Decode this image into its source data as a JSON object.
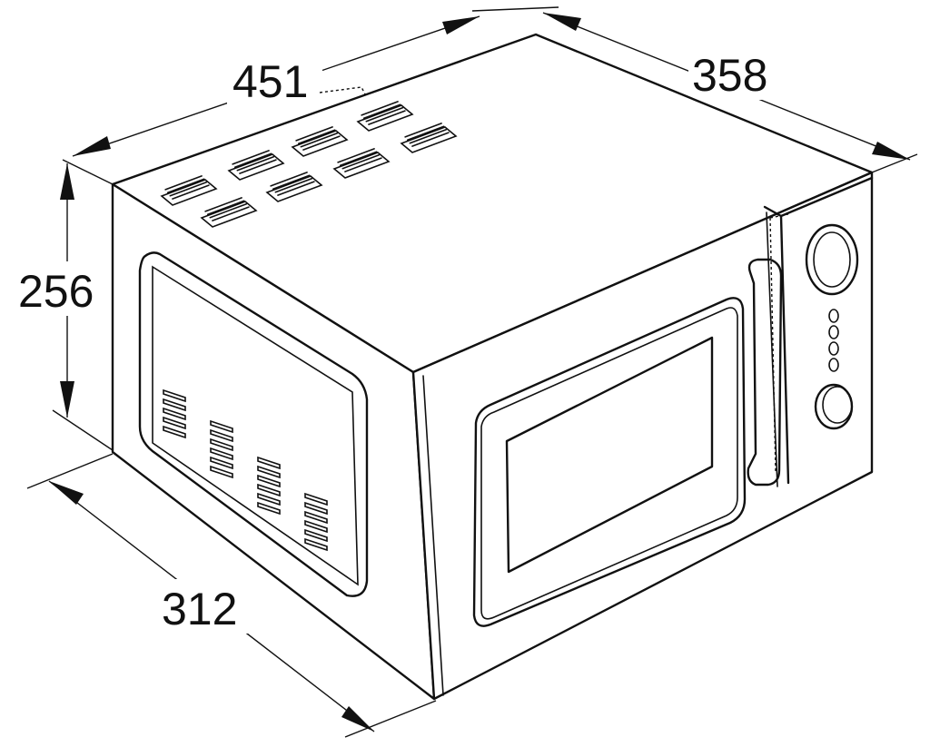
{
  "dimensions": {
    "width": "451",
    "depth": "358",
    "height": "256",
    "door_depth": "312"
  },
  "colors": {
    "line": "#111111",
    "background": "#ffffff"
  }
}
